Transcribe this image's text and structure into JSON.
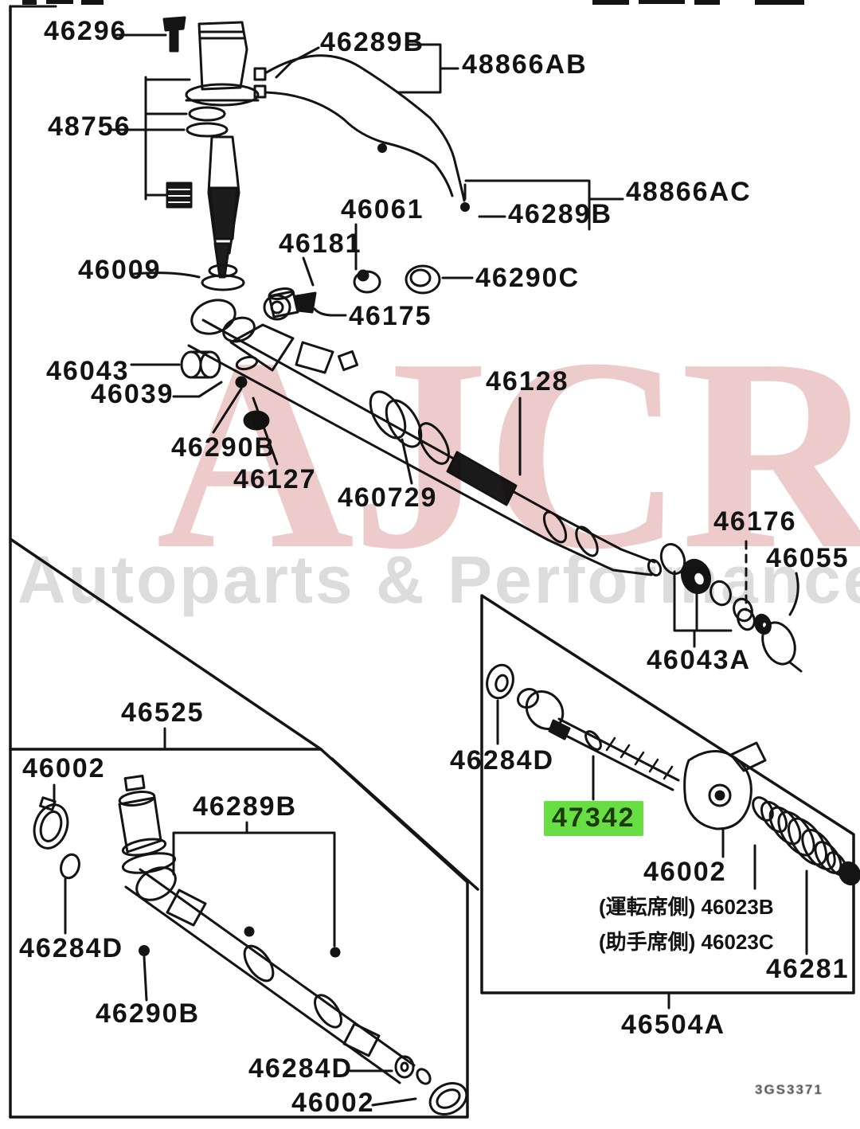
{
  "watermark": {
    "line1": "AJCR",
    "line2": "Autoparts & Performance"
  },
  "highlight_color": "#66DE44",
  "drawing_code": "3GS3371",
  "labels": {
    "l46296": {
      "text": "46296"
    },
    "l46289b_top": {
      "text": "46289B"
    },
    "l48866ab": {
      "text": "48866AB"
    },
    "l48756": {
      "text": "48756"
    },
    "l46061": {
      "text": "46061"
    },
    "l46181": {
      "text": "46181"
    },
    "l46289b_right": {
      "text": "46289B"
    },
    "l48866ac": {
      "text": "48866AC"
    },
    "l46009": {
      "text": "46009"
    },
    "l46290c": {
      "text": "46290C"
    },
    "l46175": {
      "text": "46175"
    },
    "l46043": {
      "text": "46043"
    },
    "l46039": {
      "text": "46039"
    },
    "l46290b_upper": {
      "text": "46290B"
    },
    "l46127": {
      "text": "46127"
    },
    "l46128": {
      "text": "46128"
    },
    "l460729": {
      "text": "460729"
    },
    "l46176": {
      "text": "46176"
    },
    "l46055": {
      "text": "46055"
    },
    "l46043a": {
      "text": "46043A"
    },
    "l46525": {
      "text": "46525"
    },
    "l46002_box": {
      "text": "46002"
    },
    "l46289b_lower": {
      "text": "46289B"
    },
    "l46284d_mid": {
      "text": "46284D"
    },
    "l47342": {
      "text": "47342"
    },
    "l46002_mid": {
      "text": "46002"
    },
    "l46023b": {
      "text": "(運転席側) 46023B"
    },
    "l46023c": {
      "text": "(助手席側) 46023C"
    },
    "l46281": {
      "text": "46281"
    },
    "l46284d_left": {
      "text": "46284D"
    },
    "l46290b_lower": {
      "text": "46290B"
    },
    "l46284d_bot": {
      "text": "46284D"
    },
    "l46002_bot": {
      "text": "46002"
    },
    "l46504a": {
      "text": "46504A"
    }
  }
}
